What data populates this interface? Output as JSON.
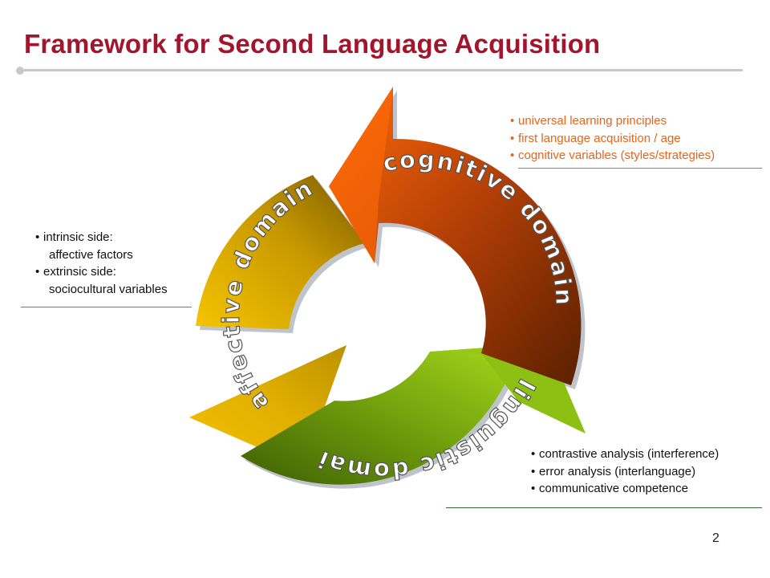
{
  "title": "Framework for Second Language Acquisition",
  "page_number": "2",
  "colors": {
    "title": "#a3152c",
    "cognitive": "#e4580b",
    "affective": "#c99a00",
    "linguistic": "#7fb60e",
    "cognitive_notes": "#e8641a"
  },
  "cycle": {
    "cognitive_label": "cognitive domain",
    "affective_label": "affective domain",
    "linguistic_label": "linguistic domain"
  },
  "cognitive_notes": {
    "items": [
      "universal learning principles",
      "first language acquisition / age",
      "cognitive variables (styles/strategies)"
    ]
  },
  "affective_notes": {
    "items": [
      {
        "line1": "intrinsic side:",
        "line2": "affective factors"
      },
      {
        "line1": "extrinsic side:",
        "line2": "sociocultural variables"
      }
    ]
  },
  "linguistic_notes": {
    "items": [
      "contrastive analysis (interference)",
      "error analysis (interlanguage)",
      "communicative competence"
    ]
  }
}
